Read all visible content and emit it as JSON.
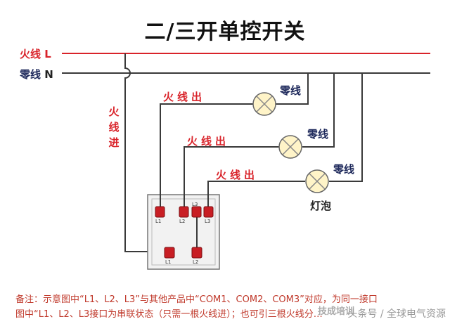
{
  "title": "二/三开单控开关",
  "labels": {
    "live_line": "火线",
    "live_letter": "L",
    "neutral_line": "零线",
    "neutral_letter": "N",
    "live_in": "火线进",
    "live_out": "火线出",
    "neutral_branch": "零线",
    "bulb": "灯泡"
  },
  "terminals": {
    "top": [
      "L1",
      "L2",
      "L3",
      "L3"
    ],
    "bottom": [
      "L1",
      "L2"
    ]
  },
  "note": {
    "line1": "备注：示意图中“L1、L2、L3”与其他产品中“COM1、COM2、COM3”对应，为同一接口",
    "line2": "图中“L1、L2、L3接口为串联状态（只需一根火线进）；也可引三根火线分…"
  },
  "watermark": "头条号 / 全球电气资源",
  "watermark_brand": "技成培训",
  "colors": {
    "live": "#d9232a",
    "neutral": "#1f2a5c",
    "wire": "#2a2a2a"
  }
}
